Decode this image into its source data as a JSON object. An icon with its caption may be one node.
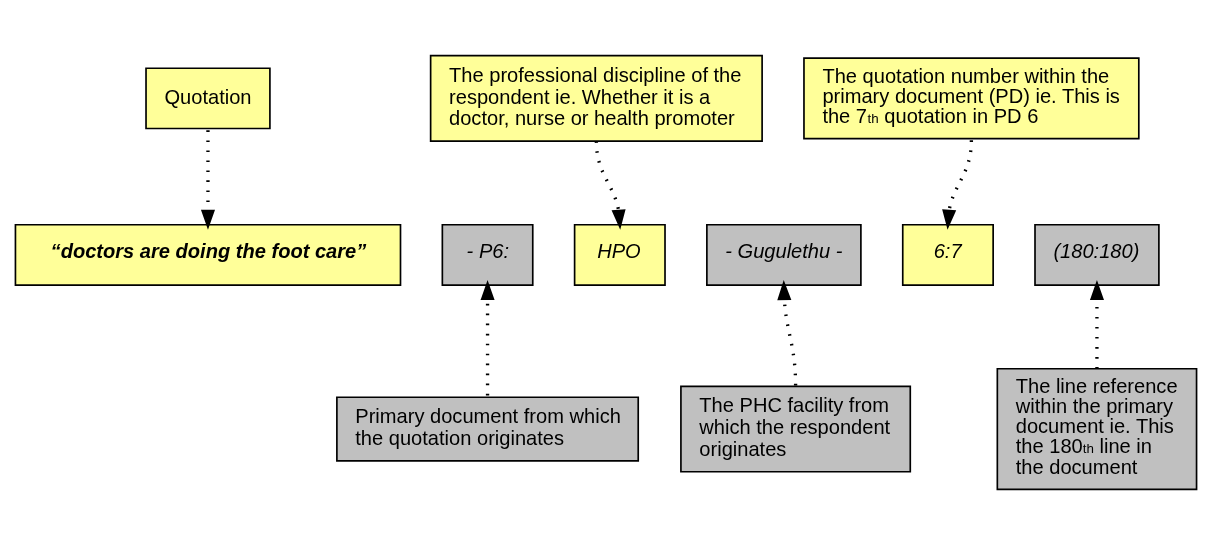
{
  "diagram": {
    "nodes": [
      {
        "text": [
          "Quotation"
        ]
      },
      {
        "text": [
          "The professional discipline of the respondent ie. Whether it is a doctor, nurse or health promoter"
        ]
      },
      {
        "text": [
          "The quotation number within the primary document (PD) ie. This is the 7$^{th}$ quotation in PD 6"
        ]
      },
      {
        "text": [
          "“doctors are doing the foot care”"
        ]
      },
      {
        "text": [
          "- P6:"
        ]
      },
      {
        "text": [
          "HPO"
        ]
      },
      {
        "text": [
          "- Gugulethu -"
        ]
      },
      {
        "text": [
          "6:7"
        ]
      },
      {
        "text": [
          "(180:180)"
        ]
      },
      {
        "text": [
          "Primary document from which the quotation originates"
        ]
      },
      {
        "text": [
          "The PHC facility from which the respondent originates"
        ]
      },
      {
        "text": [
          "The line reference within the primary document ie. This the 180$^{th}$ line in the document"
        ]
      }
    ],
    "edges": [
      {
        "from": 0,
        "to": 3,
        "arrow": "to"
      },
      {
        "from": 1,
        "to": 5,
        "arrow": "to"
      },
      {
        "from": 2,
        "to": 7,
        "arrow": "to"
      },
      {
        "from": 9,
        "to": 4,
        "arrow": "to"
      },
      {
        "from": 10,
        "to": 6,
        "arrow": "to"
      },
      {
        "from": 11,
        "to": 8,
        "arrow": "to"
      }
    ]
  }
}
